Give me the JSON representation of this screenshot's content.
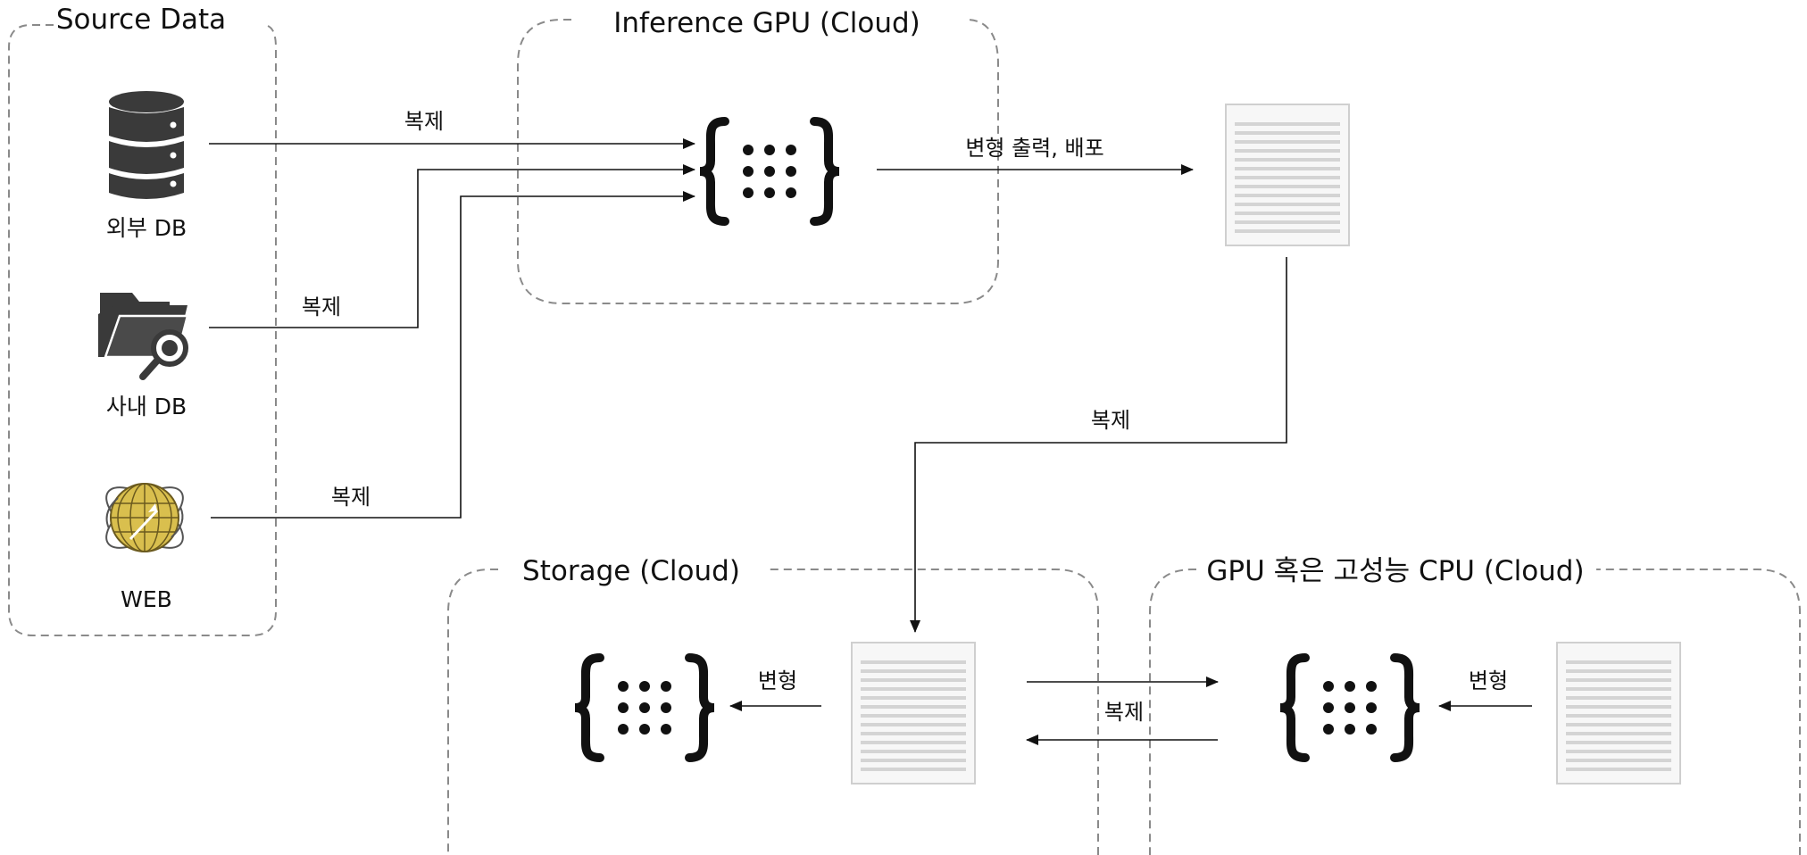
{
  "groups": {
    "source": {
      "title": "Source Data"
    },
    "inference": {
      "title": "Inference GPU (Cloud)"
    },
    "storage": {
      "title": "Storage (Cloud)"
    },
    "gpu_cpu": {
      "title": "GPU 혹은 고성능 CPU (Cloud)"
    }
  },
  "sources": {
    "external_db": {
      "label": "외부 DB",
      "icon": "database-icon"
    },
    "internal_db": {
      "label": "사내 DB",
      "icon": "folder-search-icon"
    },
    "web": {
      "label": "WEB",
      "icon": "globe-icon"
    }
  },
  "edges": {
    "copy_external": "복제",
    "copy_internal": "복제",
    "copy_web": "복제",
    "transform_output_deploy": "변형 출력, 배포",
    "copy_to_storage": "복제",
    "storage_transform": "변형",
    "copy_between": "복제",
    "gpu_transform": "변형"
  },
  "colors": {
    "icon_dark": "#3a3a3a",
    "dashed_border": "#8a8a8a",
    "document_lines": "#d6d6d6",
    "globe_gold": "#d9bf4e"
  }
}
